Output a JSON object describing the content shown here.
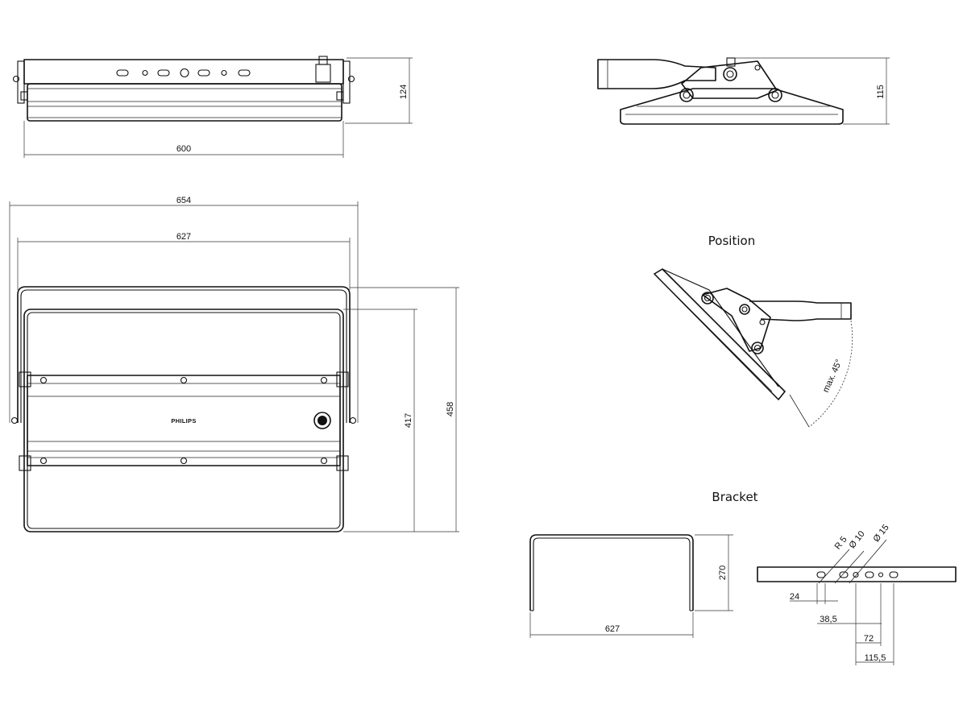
{
  "labels": {
    "position_title": "Position",
    "bracket_title": "Bracket",
    "logo": "PHILIPS",
    "max_angle": "max. 45°"
  },
  "dimensions": {
    "front_height": "124",
    "front_width": "600",
    "top_outer_width": "654",
    "top_inner_width": "627",
    "top_inner_height": "417",
    "top_outer_height": "458",
    "side_height": "115",
    "bracket_height": "270",
    "bracket_width": "627",
    "slot_radius": "R 5",
    "hole_small": "Ø 10",
    "hole_large": "Ø 15",
    "spacing_24": "24",
    "spacing_38_5": "38,5",
    "spacing_72": "72",
    "spacing_115_5": "115,5"
  }
}
